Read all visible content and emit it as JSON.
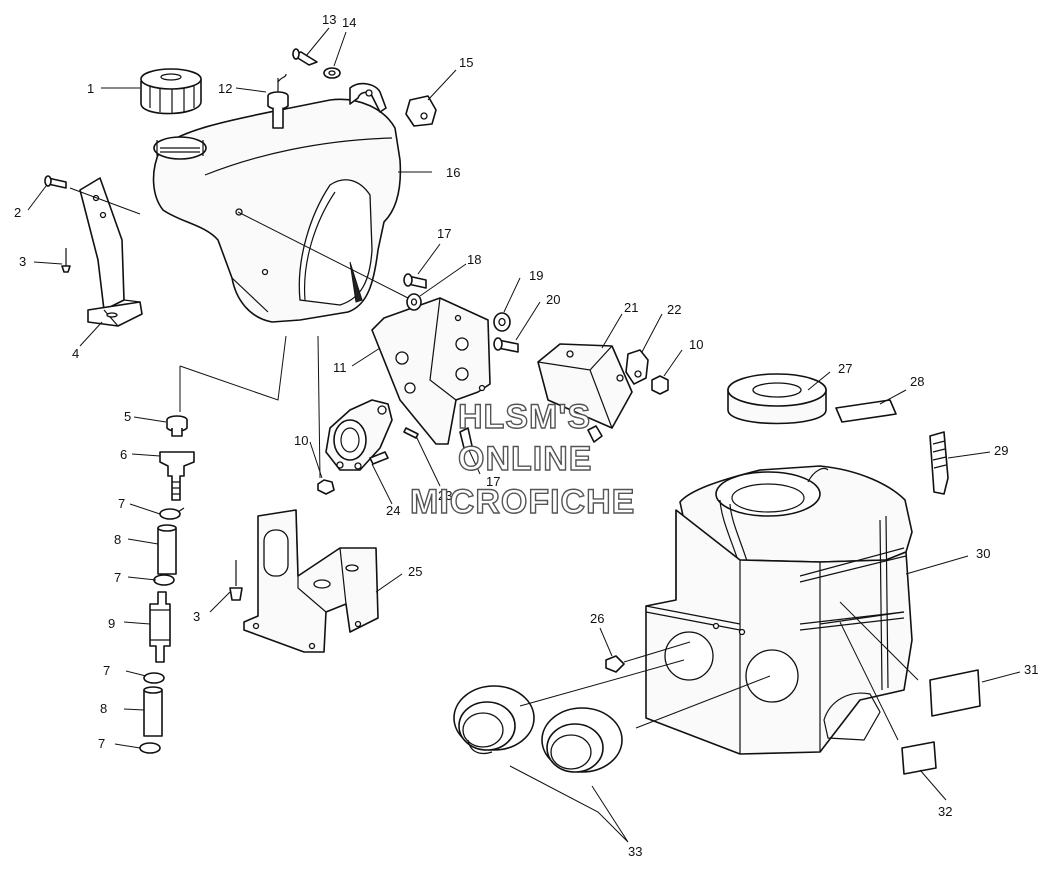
{
  "watermark": {
    "line1": "HLSM'S",
    "line2": "ONLINE",
    "line3": "MICROFICHE"
  },
  "callouts": [
    "1",
    "2",
    "3",
    "4",
    "5",
    "6",
    "7",
    "8",
    "7",
    "9",
    "7",
    "8",
    "7",
    "3",
    "10",
    "10",
    "11",
    "12",
    "13",
    "14",
    "15",
    "16",
    "17",
    "17",
    "18",
    "19",
    "20",
    "21",
    "22",
    "23",
    "24",
    "25",
    "26",
    "27",
    "28",
    "29",
    "30",
    "31",
    "32",
    "33"
  ]
}
